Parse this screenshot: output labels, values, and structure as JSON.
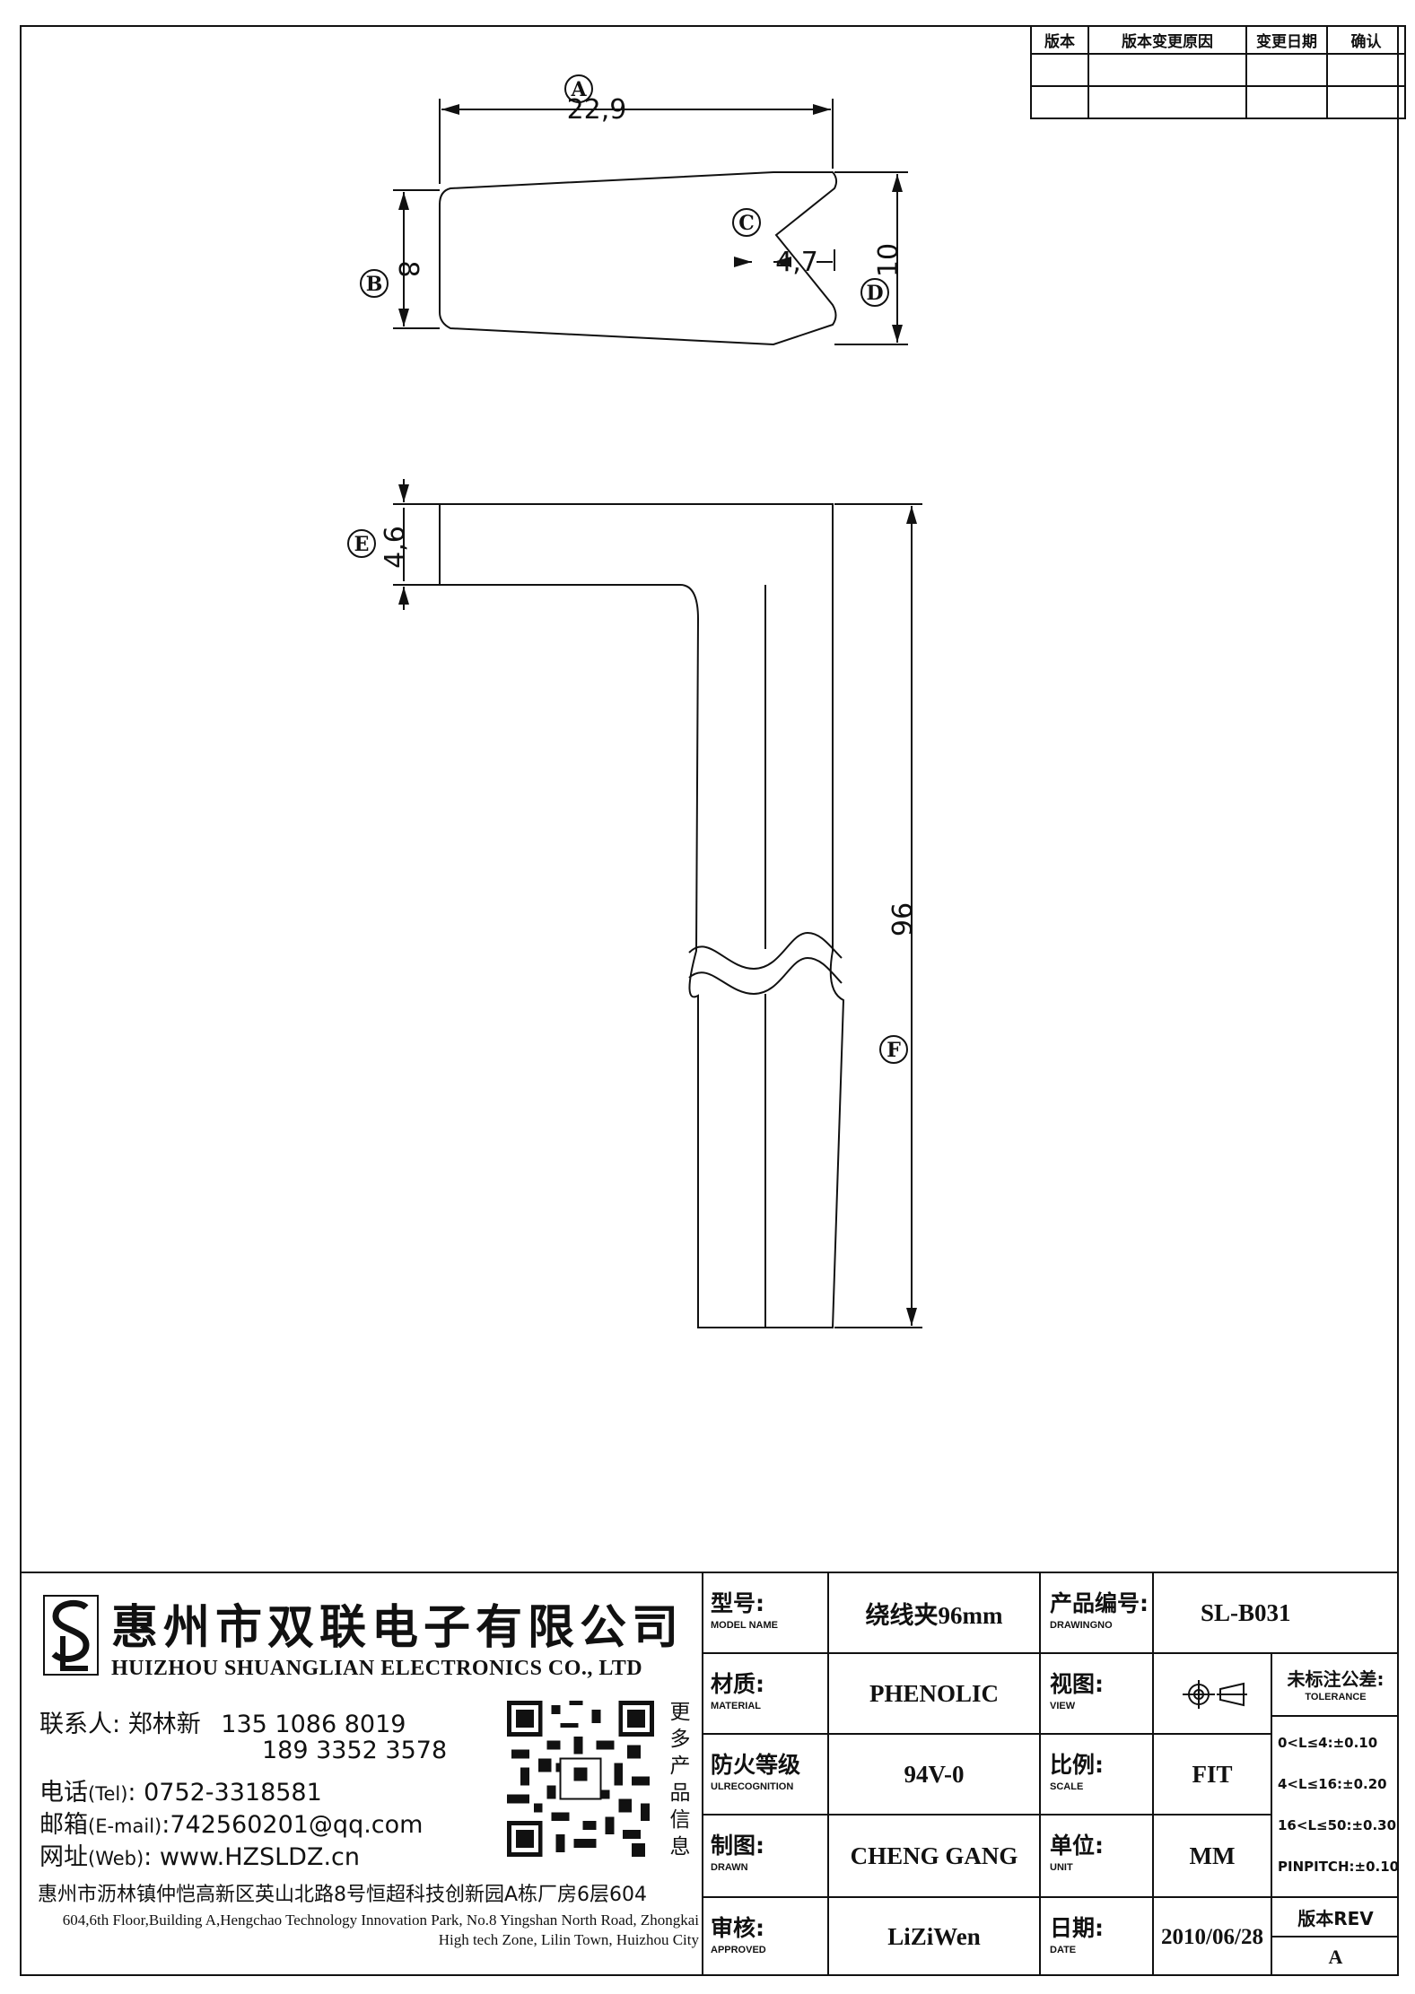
{
  "revision_table": {
    "headers": [
      "版本",
      "版本变更原因",
      "变更日期",
      "确认"
    ]
  },
  "dimensions": {
    "a": "22,9",
    "b": "8",
    "c": "4,7",
    "d": "10",
    "e": "4,6",
    "f": "96"
  },
  "callouts": [
    "A",
    "B",
    "C",
    "D",
    "E",
    "F"
  ],
  "company": {
    "name_cn": "惠州市双联电子有限公司",
    "name_en": "HUIZHOU SHUANGLIAN ELECTRONICS CO., LTD",
    "contact_label": "联系人:",
    "contact_name": "郑林新",
    "phone1": "135 1086 8019",
    "phone2": "189 3352 3578",
    "tel_label": "电话",
    "tel_en": "(Tel)",
    "tel": ": 0752-3318581",
    "email_label": "邮箱",
    "email_en": "(E-mail)",
    "email": ":742560201@qq.com",
    "web_label": "网址",
    "web_en": "(Web)",
    "web": ": www.HZSLDZ.cn",
    "qr_note": "更多产品信息",
    "address_cn": "惠州市沥林镇仲恺高新区英山北路8号恒超科技创新园A栋厂房6层604",
    "address_en": "604,6th Floor,Building A,Hengchao Technology Innovation Park, No.8 Yingshan North Road, Zhongkai High tech Zone, Lilin Town, Huizhou City"
  },
  "title_block": {
    "model_label": "型号:",
    "model_label_en": "MODEL NAME",
    "model": "绕线夹96mm",
    "drawing_label": "产品编号:",
    "drawing_label_en": "DRAWINGNO",
    "drawing_no": "SL-B031",
    "material_label": "材质:",
    "material_label_en": "MATERIAL",
    "material": "PHENOLIC",
    "view_label": "视图:",
    "view_label_en": "VIEW",
    "tolerance_label": "未标注公差:",
    "tolerance_label_en": "TOLERANCE",
    "tolerances": [
      "0<L≤4:±0.10",
      "4<L≤16:±0.20",
      "16<L≤50:±0.30",
      "PINPITCH:±0.10"
    ],
    "fire_label": "防火等级",
    "fire_label_en": "ULRECOGNITION",
    "fire": "94V-0",
    "scale_label": "比例:",
    "scale_label_en": "SCALE",
    "scale": "FIT",
    "drawn_label": "制图:",
    "drawn_label_en": "DRAWN",
    "drawn": "CHENG GANG",
    "unit_label": "单位:",
    "unit_label_en": "UNIT",
    "unit": "MM",
    "approved_label": "审核:",
    "approved_label_en": "APPROVED",
    "approved": "LiZiWen",
    "date_label": "日期:",
    "date_label_en": "DATE",
    "date": "2010/06/28",
    "rev_label": "版本REV",
    "rev": "A"
  }
}
